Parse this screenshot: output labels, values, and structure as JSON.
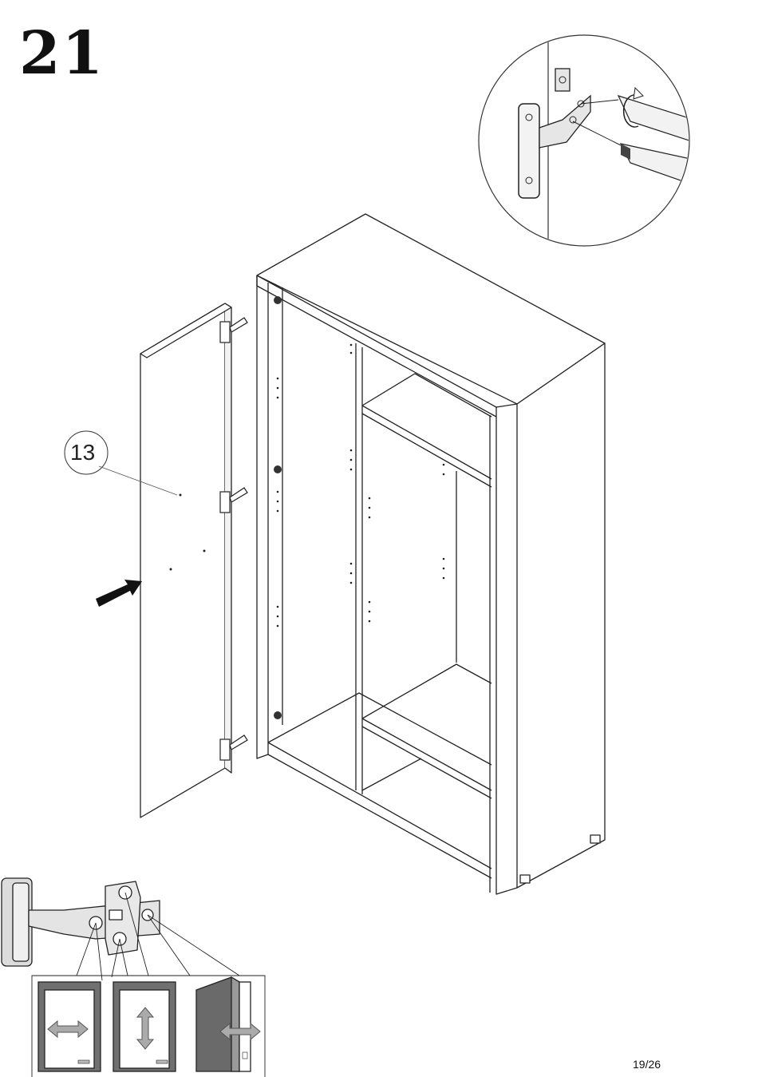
{
  "step": {
    "number": "21"
  },
  "part": {
    "label": "13"
  },
  "footer": {
    "page": "19/26"
  },
  "colors": {
    "line": "#1a1a1a",
    "shade": "#6a6a6a",
    "light": "#d9d9d9"
  },
  "icons": {
    "adjust_horizontal": "double-arrow-horizontal-icon",
    "adjust_vertical": "double-arrow-vertical-icon",
    "adjust_depth": "double-arrow-depth-icon",
    "screwdriver": "screwdriver-icon",
    "rotation": "rotate-arrow-icon",
    "insert_direction": "arrow-right-icon"
  }
}
